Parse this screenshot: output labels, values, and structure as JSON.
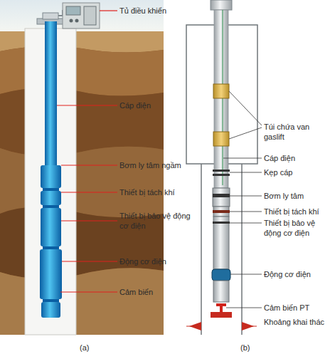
{
  "diagram": {
    "labels": [
      "Tủ điều khiển",
      "Cáp điện",
      "Bơm ly tâm ngầm",
      "Thiết bị tách khí",
      "Thiết bị bảo vệ động cơ điện",
      "Động cơ điện",
      "Cảm biến",
      "(a)",
      "Túi chứa van gaslift",
      "Cáp điện",
      "Kẹp cáp",
      "Bơm ly tâm",
      "Thiết bị tách khí",
      "Thiết bị bảo vệ động cơ điện",
      "Động cơ điện",
      "Cảm biến PT",
      "Khoảng khai thác",
      "(b)"
    ]
  }
}
